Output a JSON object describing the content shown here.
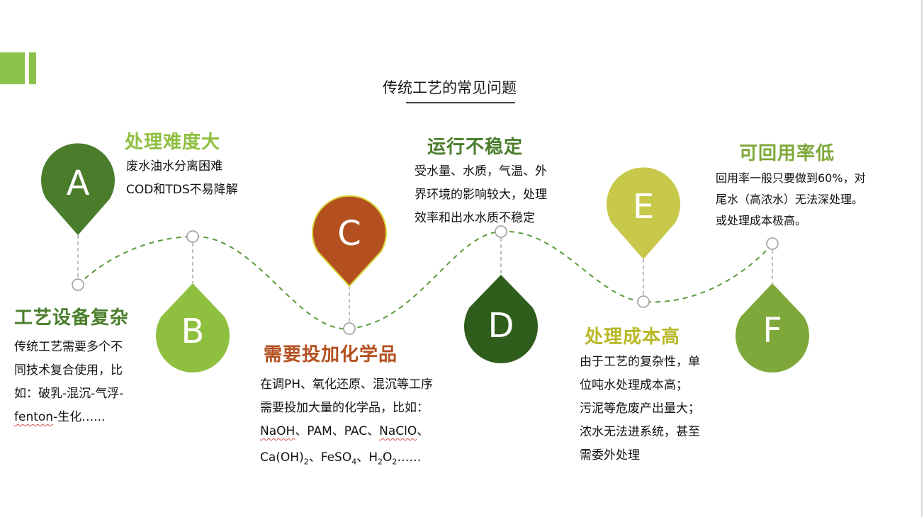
{
  "title": "传统工艺的常见问题",
  "colors": {
    "dark_green": "#4a7d2b",
    "light_green": "#8fbf3f",
    "rust": "#b4501f",
    "deep_green": "#2f5e1c",
    "olive_yellow": "#c8c84a",
    "olive_green": "#7ea83a",
    "accent_bar": "#8bc34a",
    "dashed_path": "#5b9a3a"
  },
  "items": {
    "a": {
      "letter": "A",
      "heading": "处理难度大",
      "lines": [
        "废水油水分离困难",
        "COD和TDS不易降解"
      ]
    },
    "b": {
      "letter": "B",
      "heading": "工艺设备复杂",
      "lines": [
        "传统工艺需要多个不",
        "同技术复合使用，比",
        "如：破乳-混沉-气浮-"
      ],
      "line4_word": "fenton",
      "line4_rest": "-生化…..."
    },
    "c": {
      "letter": "C",
      "heading": "需要投加化学品",
      "lines": [
        "在调PH、氧化还原、混沉等工序",
        "需要投加大量的化学品，比如："
      ],
      "chem_line3": {
        "naoh": "NaOH",
        "sep1": "、PAM、PAC、",
        "nacio": "NaClO",
        "end": "、"
      },
      "chem_line4": {
        "ca": "Ca(OH)",
        "ca_sub": "2",
        "fe": "、FeSO",
        "fe_sub": "4",
        "h": "、H",
        "h_sub1": "2",
        "o": "O",
        "h_sub2": "2",
        "tail": "……"
      }
    },
    "d": {
      "letter": "D",
      "heading": "运行不稳定",
      "lines": [
        "受水量、水质，气温、外",
        "界环境的影响较大，处理",
        "效率和出水水质不稳定"
      ]
    },
    "e": {
      "letter": "E",
      "heading": "处理成本高",
      "lines": [
        "由于工艺的复杂性，单",
        "位吨水处理成本高；",
        "污泥等危废产出量大；",
        "浓水无法进系统，甚至",
        "需委外处理"
      ]
    },
    "f": {
      "letter": "F",
      "heading": "可回用率低",
      "lines": [
        "回用率一般只要做到60%，对",
        "尾水（高浓水）无法深处理。",
        "或处理成本极高。"
      ]
    }
  }
}
